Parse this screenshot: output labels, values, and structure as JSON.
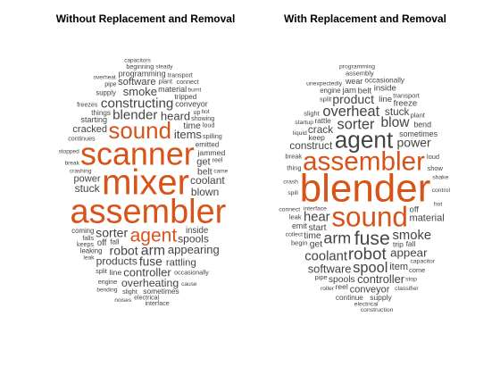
{
  "chart_data": [
    {
      "type": "wordcloud",
      "title": "Without Replacement and Removal",
      "highlight_color": "#d95319",
      "text_color": "#444444",
      "words": [
        {
          "text": "mixer",
          "weight": 100,
          "highlight": true
        },
        {
          "text": "assembler",
          "weight": 95,
          "highlight": true
        },
        {
          "text": "scanner",
          "weight": 90,
          "highlight": true
        },
        {
          "text": "sound",
          "weight": 65,
          "highlight": true
        },
        {
          "text": "agent",
          "weight": 52,
          "highlight": true
        },
        {
          "text": "arm",
          "weight": 38
        },
        {
          "text": "blender",
          "weight": 36
        },
        {
          "text": "constructing",
          "weight": 36
        },
        {
          "text": "sorter",
          "weight": 33
        },
        {
          "text": "robot",
          "weight": 33
        },
        {
          "text": "fuse",
          "weight": 32
        },
        {
          "text": "controller",
          "weight": 30
        },
        {
          "text": "heard",
          "weight": 30
        },
        {
          "text": "items",
          "weight": 30
        },
        {
          "text": "smoke",
          "weight": 30
        },
        {
          "text": "appearing",
          "weight": 30
        },
        {
          "text": "overheating",
          "weight": 28
        },
        {
          "text": "products",
          "weight": 27
        },
        {
          "text": "coolant",
          "weight": 27
        },
        {
          "text": "spools",
          "weight": 27
        },
        {
          "text": "blown",
          "weight": 27
        },
        {
          "text": "stuck",
          "weight": 27
        },
        {
          "text": "software",
          "weight": 25
        },
        {
          "text": "rattling",
          "weight": 25
        },
        {
          "text": "cracked",
          "weight": 24
        },
        {
          "text": "power",
          "weight": 24
        },
        {
          "text": "get",
          "weight": 24
        },
        {
          "text": "time",
          "weight": 22
        },
        {
          "text": "belt",
          "weight": 22
        },
        {
          "text": "inside",
          "weight": 20
        },
        {
          "text": "off",
          "weight": 20
        },
        {
          "text": "material",
          "weight": 18
        },
        {
          "text": "starting",
          "weight": 18
        },
        {
          "text": "conveyor",
          "weight": 18
        },
        {
          "text": "programming",
          "weight": 18
        },
        {
          "text": "jammed",
          "weight": 17
        },
        {
          "text": "line",
          "weight": 17
        },
        {
          "text": "fall",
          "weight": 15
        },
        {
          "text": "sometimes",
          "weight": 16
        },
        {
          "text": "emitted",
          "weight": 15
        },
        {
          "text": "tripped",
          "weight": 15
        },
        {
          "text": "things",
          "weight": 15
        },
        {
          "text": "leaking",
          "weight": 14
        },
        {
          "text": "coming",
          "weight": 14
        },
        {
          "text": "supply",
          "weight": 14
        },
        {
          "text": "continues",
          "weight": 12
        },
        {
          "text": "occasionally",
          "weight": 12
        },
        {
          "text": "plant",
          "weight": 12
        },
        {
          "text": "falls",
          "weight": 12
        },
        {
          "text": "showing",
          "weight": 12
        },
        {
          "text": "slight",
          "weight": 12
        },
        {
          "text": "electrical",
          "weight": 12
        },
        {
          "text": "keeps",
          "weight": 12
        },
        {
          "text": "beginning",
          "weight": 12
        },
        {
          "text": "spilling",
          "weight": 12
        },
        {
          "text": "up",
          "weight": 12
        },
        {
          "text": "split",
          "weight": 12
        },
        {
          "text": "engine",
          "weight": 12
        },
        {
          "text": "freezes",
          "weight": 12
        },
        {
          "text": "pipe",
          "weight": 12
        },
        {
          "text": "loud",
          "weight": 12
        },
        {
          "text": "reel",
          "weight": 12
        },
        {
          "text": "transport",
          "weight": 12
        },
        {
          "text": "connect",
          "weight": 12
        },
        {
          "text": "interface",
          "weight": 12
        },
        {
          "text": "crashing",
          "weight": 10
        },
        {
          "text": "bending",
          "weight": 10
        },
        {
          "text": "break",
          "weight": 10
        },
        {
          "text": "came",
          "weight": 10
        },
        {
          "text": "leak",
          "weight": 10
        },
        {
          "text": "stopped",
          "weight": 10
        },
        {
          "text": "steady",
          "weight": 10
        },
        {
          "text": "capacitors",
          "weight": 10
        },
        {
          "text": "cause",
          "weight": 10
        },
        {
          "text": "noises",
          "weight": 10
        },
        {
          "text": "overheat",
          "weight": 10
        },
        {
          "text": "hot",
          "weight": 10
        },
        {
          "text": "burnt",
          "weight": 10
        }
      ]
    },
    {
      "type": "wordcloud",
      "title": "With Replacement and Removal",
      "highlight_color": "#d95319",
      "text_color": "#444444",
      "words": [
        {
          "text": "blender",
          "weight": 100,
          "highlight": true
        },
        {
          "text": "sound",
          "weight": 72,
          "highlight": true
        },
        {
          "text": "assembler",
          "weight": 68,
          "highlight": true
        },
        {
          "text": "agent",
          "weight": 60
        },
        {
          "text": "fuse",
          "weight": 48
        },
        {
          "text": "robot",
          "weight": 42
        },
        {
          "text": "arm",
          "weight": 40
        },
        {
          "text": "sorter",
          "weight": 36
        },
        {
          "text": "spool",
          "weight": 36
        },
        {
          "text": "overheat",
          "weight": 36
        },
        {
          "text": "blow",
          "weight": 34
        },
        {
          "text": "smoke",
          "weight": 32
        },
        {
          "text": "coolant",
          "weight": 32
        },
        {
          "text": "hear",
          "weight": 32
        },
        {
          "text": "power",
          "weight": 30
        },
        {
          "text": "product",
          "weight": 30
        },
        {
          "text": "appear",
          "weight": 28
        },
        {
          "text": "controller",
          "weight": 27
        },
        {
          "text": "software",
          "weight": 27
        },
        {
          "text": "construct",
          "weight": 24
        },
        {
          "text": "crack",
          "weight": 24
        },
        {
          "text": "stuck",
          "weight": 24
        },
        {
          "text": "material",
          "weight": 22
        },
        {
          "text": "item",
          "weight": 22
        },
        {
          "text": "conveyor",
          "weight": 22
        },
        {
          "text": "start",
          "weight": 20
        },
        {
          "text": "spools",
          "weight": 20
        },
        {
          "text": "time",
          "weight": 20
        },
        {
          "text": "get",
          "weight": 20
        },
        {
          "text": "off",
          "weight": 18
        },
        {
          "text": "line",
          "weight": 18
        },
        {
          "text": "belt",
          "weight": 18
        },
        {
          "text": "inside",
          "weight": 18
        },
        {
          "text": "jam",
          "weight": 18
        },
        {
          "text": "freeze",
          "weight": 18
        },
        {
          "text": "sometimes",
          "weight": 16
        },
        {
          "text": "emit",
          "weight": 16
        },
        {
          "text": "wear",
          "weight": 16
        },
        {
          "text": "bend",
          "weight": 16
        },
        {
          "text": "trip",
          "weight": 15
        },
        {
          "text": "keep",
          "weight": 15
        },
        {
          "text": "supply",
          "weight": 15
        },
        {
          "text": "fall",
          "weight": 15
        },
        {
          "text": "reel",
          "weight": 15
        },
        {
          "text": "rattle",
          "weight": 14
        },
        {
          "text": "continue",
          "weight": 14
        },
        {
          "text": "occasionally",
          "weight": 14
        },
        {
          "text": "engine",
          "weight": 13
        },
        {
          "text": "transport",
          "weight": 12
        },
        {
          "text": "plant",
          "weight": 12
        },
        {
          "text": "loud",
          "weight": 12
        },
        {
          "text": "show",
          "weight": 12
        },
        {
          "text": "pipe",
          "weight": 12
        },
        {
          "text": "split",
          "weight": 12
        },
        {
          "text": "leak",
          "weight": 12
        },
        {
          "text": "slight",
          "weight": 12
        },
        {
          "text": "thing",
          "weight": 12
        },
        {
          "text": "come",
          "weight": 12
        },
        {
          "text": "interface",
          "weight": 10
        },
        {
          "text": "assembly",
          "weight": 12
        },
        {
          "text": "capacitor",
          "weight": 10
        },
        {
          "text": "begin",
          "weight": 12
        },
        {
          "text": "electrical",
          "weight": 10
        },
        {
          "text": "spill",
          "weight": 10
        },
        {
          "text": "startup",
          "weight": 10
        },
        {
          "text": "control",
          "weight": 10
        },
        {
          "text": "classifier",
          "weight": 10
        },
        {
          "text": "construction",
          "weight": 10
        },
        {
          "text": "unexpectedly",
          "weight": 10
        },
        {
          "text": "connect",
          "weight": 10
        },
        {
          "text": "break",
          "weight": 12
        },
        {
          "text": "shake",
          "weight": 10
        },
        {
          "text": "roller",
          "weight": 10
        },
        {
          "text": "crash",
          "weight": 10
        },
        {
          "text": "liquid",
          "weight": 10
        },
        {
          "text": "hot",
          "weight": 10
        },
        {
          "text": "collect",
          "weight": 10
        },
        {
          "text": "programming",
          "weight": 10
        },
        {
          "text": "stop",
          "weight": 10
        }
      ]
    }
  ]
}
